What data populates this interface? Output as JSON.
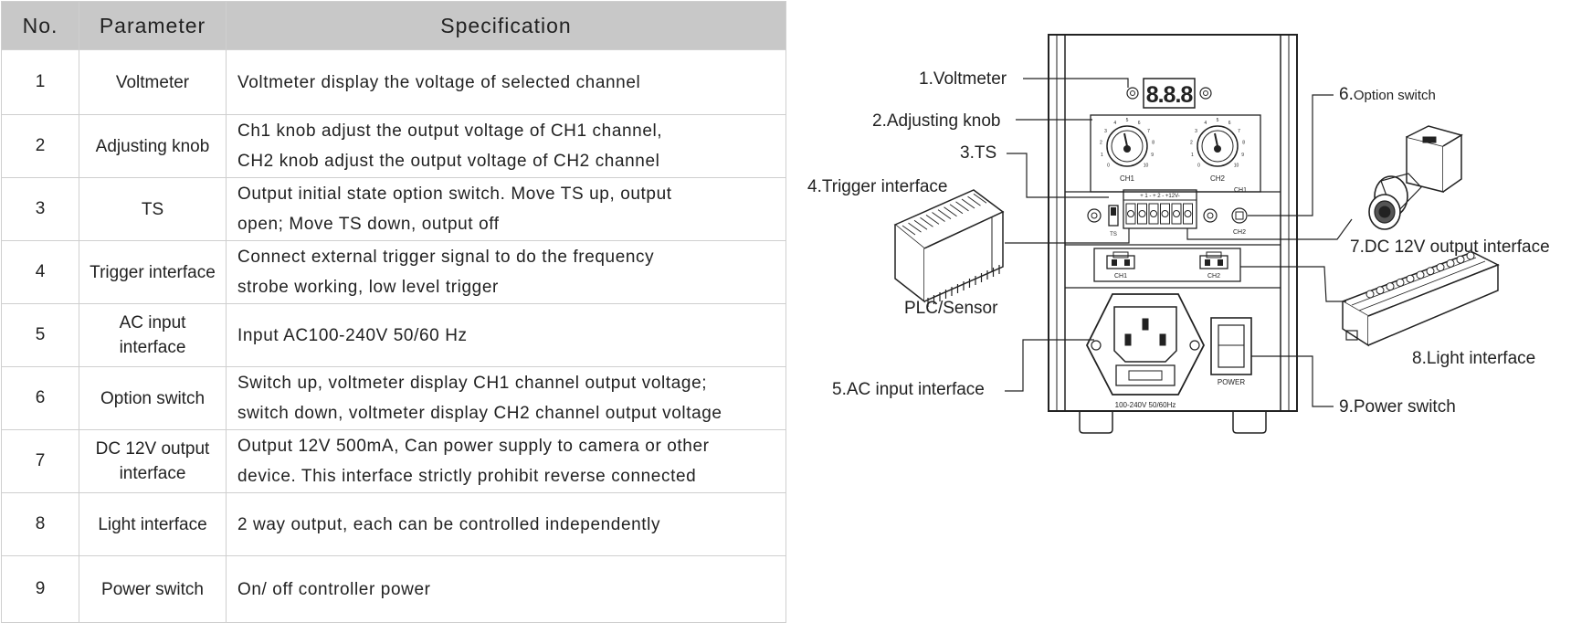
{
  "table": {
    "headers": {
      "no": "No.",
      "parameter": "Parameter",
      "specification": "Specification"
    },
    "rows": [
      {
        "no": "1",
        "parameter": "Voltmeter",
        "spec": "Voltmeter display the voltage of selected channel"
      },
      {
        "no": "2",
        "parameter": "Adjusting knob",
        "spec": "Ch1 knob adjust the output voltage of CH1 channel,\nCH2 knob adjust the output voltage of CH2 channel"
      },
      {
        "no": "3",
        "parameter": "TS",
        "spec": "Output initial state option switch. Move TS up, output\nopen; Move TS down, output off"
      },
      {
        "no": "4",
        "parameter": "Trigger interface",
        "spec": "Connect external trigger signal to do the frequency\nstrobe working, low level trigger"
      },
      {
        "no": "5",
        "parameter": "AC input\ninterface",
        "spec": "Input AC100-240V 50/60 Hz"
      },
      {
        "no": "6",
        "parameter": "Option switch",
        "spec": "Switch up, voltmeter display CH1 channel output voltage;\nswitch down, voltmeter display CH2 channel output voltage"
      },
      {
        "no": "7",
        "parameter": "DC 12V output\ninterface",
        "spec": "Output 12V 500mA, Can power supply to camera or other\ndevice. This interface strictly prohibit reverse connected"
      },
      {
        "no": "8",
        "parameter": "Light interface",
        "spec": "2 way output, each can be controlled independently"
      },
      {
        "no": "9",
        "parameter": "Power switch",
        "spec": "On/ off controller power"
      }
    ]
  },
  "diagram": {
    "callouts": {
      "voltmeter": "1.Voltmeter",
      "adjusting_knob": "2.Adjusting knob",
      "ts": "3.TS",
      "trigger_interface": "4.Trigger interface",
      "ac_input": "5.AC input interface",
      "option_switch_num": "6.",
      "option_switch": "Option switch",
      "dc_output": "7.DC 12V output interface",
      "light_interface": "8.Light interface",
      "power_switch": "9.Power switch",
      "plc_sensor": "PLC/Sensor"
    },
    "panel_labels": {
      "display": "8.8.8",
      "ch1": "CH1",
      "ch2": "CH2",
      "ch1_small": "CH1",
      "ch2_small": "CH2",
      "ts": "TS",
      "terminal": "+ 1 -  + 2 -  +12V-",
      "light_ch1": "CH1",
      "light_ch2": "CH2",
      "voltage": "100-240V 50/60Hz",
      "power": "POWER",
      "dial_numbers": [
        "0",
        "1",
        "2",
        "3",
        "4",
        "5",
        "6",
        "7",
        "8",
        "9",
        "10"
      ]
    }
  }
}
